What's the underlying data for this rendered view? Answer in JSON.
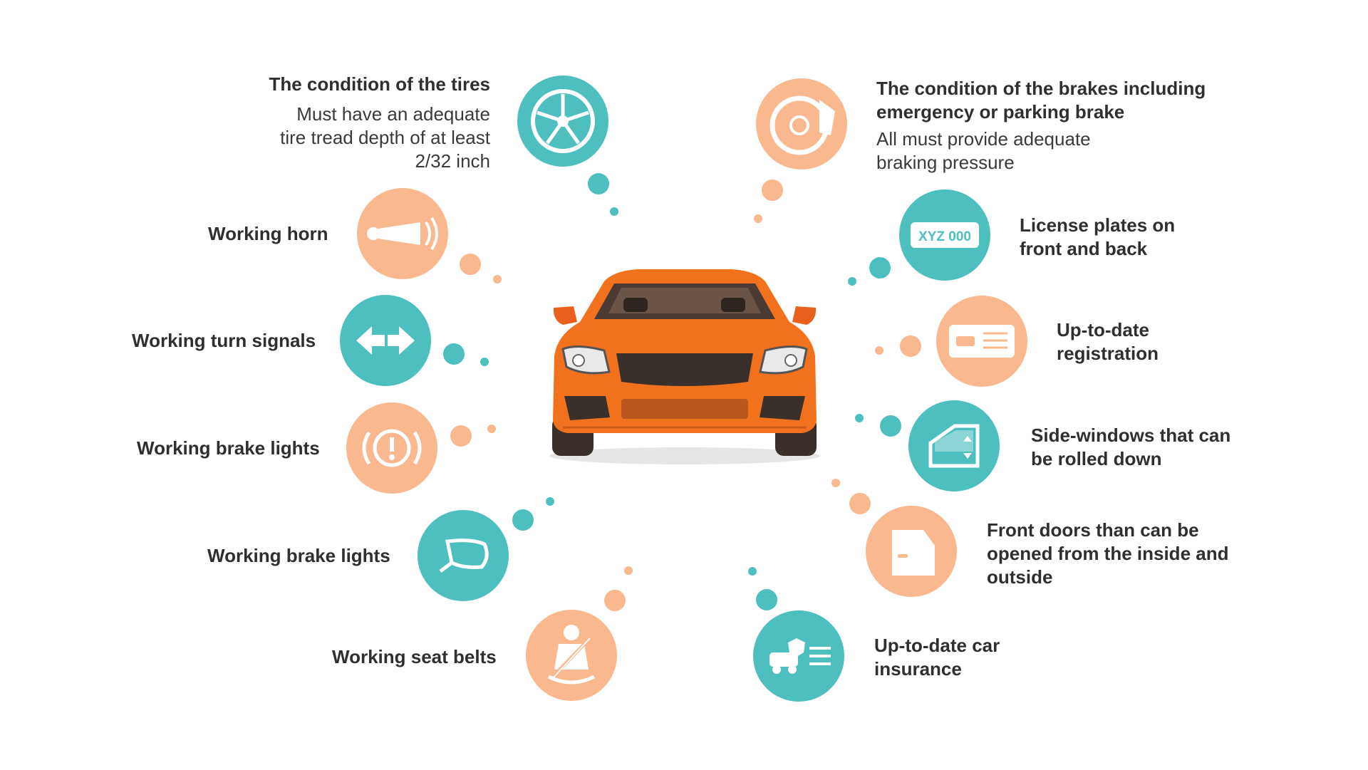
{
  "colors": {
    "teal": "#4dbfbe",
    "peach": "#f9b88e",
    "car": "#f2711c",
    "text": "#2f2f2f"
  },
  "items": [
    {
      "id": "tires",
      "title": "The condition of the tires",
      "desc_lines": [
        "Must have an adequate",
        "tire tread depth of at least",
        "2/32 inch"
      ],
      "icon": "tire-icon",
      "color": "teal"
    },
    {
      "id": "horn",
      "title": "Working horn",
      "icon": "horn-icon",
      "color": "peach"
    },
    {
      "id": "turn",
      "title": "Working turn signals",
      "icon": "turn-signal-icon",
      "color": "teal"
    },
    {
      "id": "brakelights",
      "title": "Working brake lights",
      "icon": "brake-warning-icon",
      "color": "peach"
    },
    {
      "id": "mirror",
      "title": "Working brake lights",
      "icon": "side-mirror-icon",
      "color": "teal"
    },
    {
      "id": "seatbelts",
      "title": "Working seat belts",
      "icon": "seat-belt-icon",
      "color": "peach"
    },
    {
      "id": "brakes",
      "title_lines": [
        "The condition of the brakes including",
        "emergency or parking brake"
      ],
      "desc_lines": [
        "All must provide adequate",
        "braking pressure"
      ],
      "icon": "brake-disc-icon",
      "color": "peach"
    },
    {
      "id": "plates",
      "title_lines": [
        "License plates on",
        "front and back"
      ],
      "icon": "license-plate-icon",
      "plate_text": "XYZ 000",
      "color": "teal"
    },
    {
      "id": "registration",
      "title_lines": [
        "Up-to-date",
        "registration"
      ],
      "icon": "registration-card-icon",
      "color": "peach"
    },
    {
      "id": "windows",
      "title_lines": [
        "Side-windows that can",
        "be rolled down"
      ],
      "icon": "car-window-icon",
      "color": "teal"
    },
    {
      "id": "doors",
      "title_lines": [
        "Front doors than can be",
        "opened from the inside and",
        "outside"
      ],
      "icon": "car-door-icon",
      "color": "peach"
    },
    {
      "id": "insurance",
      "title_lines": [
        "Up-to-date car",
        "insurance"
      ],
      "icon": "insurance-icon",
      "color": "teal"
    }
  ]
}
